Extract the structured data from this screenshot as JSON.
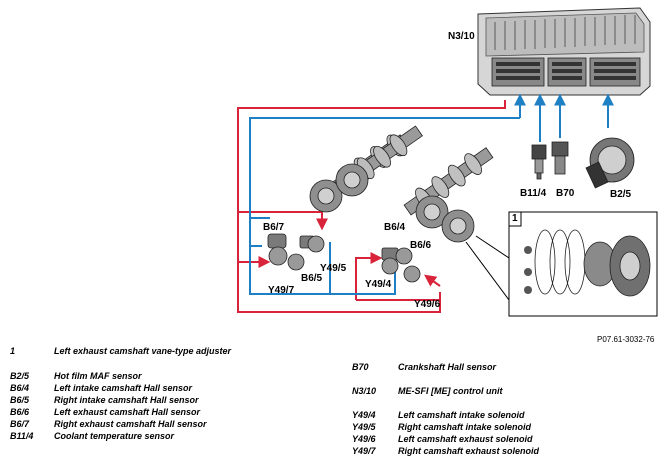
{
  "diagram": {
    "labels": {
      "ecu": "N3/10",
      "b11_4": "B11/4",
      "b70": "B70",
      "b2_5": "B2/5",
      "b6_7": "B6/7",
      "b6_5": "B6/5",
      "y49_5": "Y49/5",
      "y49_7": "Y49/7",
      "b6_4": "B6/4",
      "b6_6": "B6/6",
      "y49_4": "Y49/4",
      "y49_6": "Y49/6",
      "inset": "1"
    },
    "colors": {
      "red": "#d9233a",
      "blue": "#1f7fc4",
      "line": "#1a1a1a"
    },
    "figure_ref": "P07.61-3032-76"
  },
  "legend": {
    "left": [
      {
        "code": "1",
        "desc": "Left exhaust camshaft vane-type adjuster"
      },
      {
        "code": "B2/5",
        "desc": "Hot film MAF sensor"
      },
      {
        "code": "B6/4",
        "desc": "Left intake camshaft Hall sensor"
      },
      {
        "code": "B6/5",
        "desc": "Right intake camshaft Hall sensor"
      },
      {
        "code": "B6/6",
        "desc": "Left exhaust camshaft Hall sensor"
      },
      {
        "code": "B6/7",
        "desc": "Right exhaust camshaft Hall sensor"
      },
      {
        "code": "B11/4",
        "desc": "Coolant temperature sensor"
      }
    ],
    "right": [
      {
        "code": "B70",
        "desc": "Crankshaft Hall sensor"
      },
      {
        "code": "N3/10",
        "desc": "ME-SFI [ME] control unit"
      },
      {
        "code": "Y49/4",
        "desc": "Left camshaft intake solenoid"
      },
      {
        "code": "Y49/5",
        "desc": "Right camshaft intake solenoid"
      },
      {
        "code": "Y49/6",
        "desc": "Left camshaft exhaust solenoid"
      },
      {
        "code": "Y49/7",
        "desc": "Right camshaft exhaust solenoid"
      }
    ]
  }
}
